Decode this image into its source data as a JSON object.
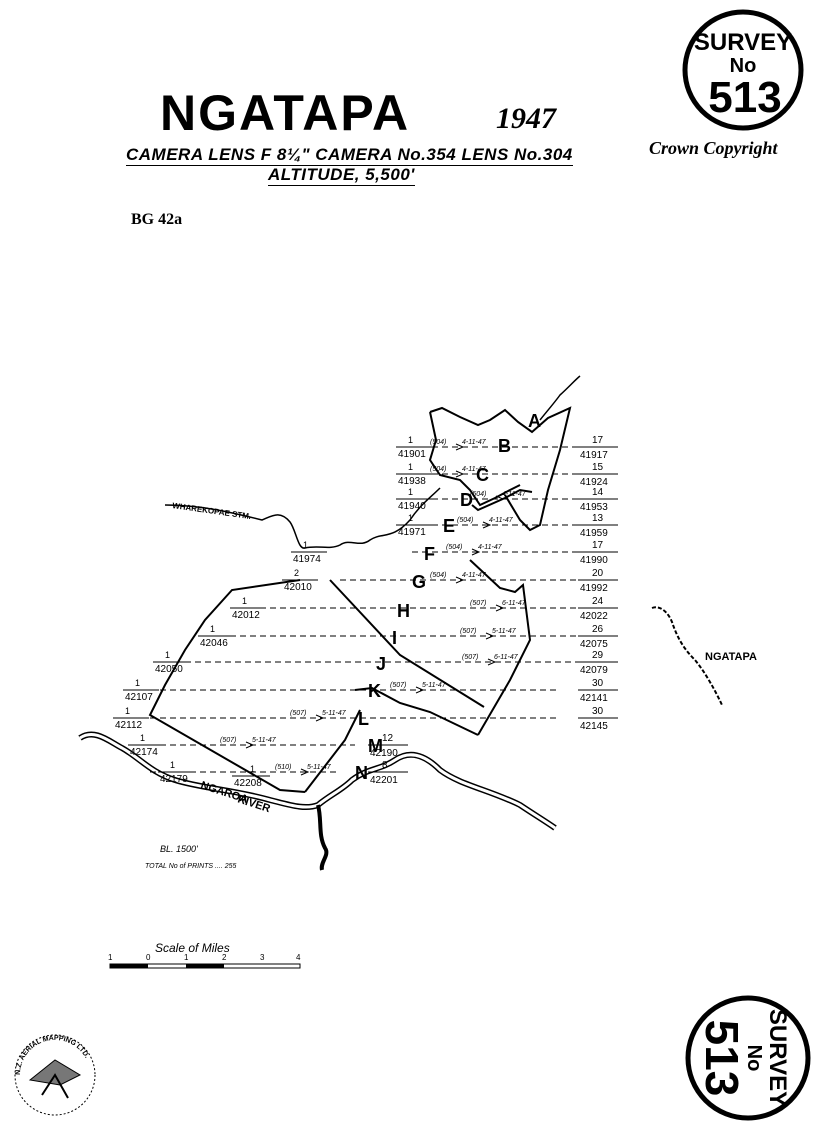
{
  "header": {
    "title": "NGATAPA",
    "year": "1947",
    "camera_line": "CAMERA LENS F 8¼\"  CAMERA No.354  LENS No.304",
    "altitude_line": "ALTITUDE, 5,500'",
    "copyright": "Crown Copyright",
    "reference": "BG 42a"
  },
  "stamp_top": {
    "line1": "SURVEY",
    "line2": "No",
    "number": "513"
  },
  "stamp_bottom": {
    "line1": "SURVEY",
    "line2": "No",
    "number": "513"
  },
  "map": {
    "stream_label": "WHAREKOPAE  STM.",
    "river_label_1": "NGAROA",
    "river_label_2": "RIVER",
    "locality_label": "NGATAPA",
    "bl_note": "BL. 1500'",
    "prints_note": "TOTAL No of PRINTS .... 255",
    "strips": [
      {
        "letter": "A",
        "left_run": "",
        "left_photo": "",
        "right_run": "",
        "right_photo": "",
        "sortie": "",
        "date": ""
      },
      {
        "letter": "B",
        "left_run": "1",
        "left_photo": "41901",
        "right_run": "17",
        "right_photo": "41917",
        "sortie": "(504)",
        "date": "4-11-47"
      },
      {
        "letter": "C",
        "left_run": "1",
        "left_photo": "41938",
        "right_run": "15",
        "right_photo": "41924",
        "sortie": "(504)",
        "date": "4-11-47"
      },
      {
        "letter": "D",
        "left_run": "1",
        "left_photo": "41940",
        "right_run": "14",
        "right_photo": "41953",
        "sortie": "(504)",
        "date": "4-11-47"
      },
      {
        "letter": "E",
        "left_run": "1",
        "left_photo": "41971",
        "right_run": "13",
        "right_photo": "41959",
        "sortie": "(504)",
        "date": "4-11-47"
      },
      {
        "letter": "F",
        "left_run": "1",
        "left_photo": "41974",
        "right_run": "17",
        "right_photo": "41990",
        "sortie": "(504)",
        "date": "4-11-47"
      },
      {
        "letter": "G",
        "left_run": "2",
        "left_photo": "42010",
        "right_run": "20",
        "right_photo": "41992",
        "sortie": "(504)",
        "date": "4-11-47"
      },
      {
        "letter": "H",
        "left_run": "1",
        "left_photo": "42012",
        "right_run": "24",
        "right_photo": "42022",
        "sortie": "(507)",
        "date": "6-11-47"
      },
      {
        "letter": "I",
        "left_run": "1",
        "left_photo": "42046",
        "right_run": "26",
        "right_photo": "42075",
        "sortie": "(507)",
        "date": "5-11-47"
      },
      {
        "letter": "J",
        "left_run": "1",
        "left_photo": "42050",
        "right_run": "29",
        "right_photo": "42079",
        "sortie": "(507)",
        "date": "6-11-47"
      },
      {
        "letter": "K",
        "left_run": "1",
        "left_photo": "42107",
        "right_run": "30",
        "right_photo": "42141",
        "sortie": "(507)",
        "date": "5-11-47"
      },
      {
        "letter": "L",
        "left_run": "1",
        "left_photo": "42112",
        "right_run": "30",
        "right_photo": "42145",
        "sortie": "(507)",
        "date": "5-11-47"
      },
      {
        "letter": "M",
        "left_run": "1",
        "left_photo": "42174",
        "right_run": "12",
        "right_photo": "42190",
        "sortie": "(507)",
        "date": "5-11-47"
      },
      {
        "letter": "N",
        "left_run": "1",
        "left_photo": "42179",
        "right_run": "8",
        "right_photo": "42201",
        "sortie": "(510)",
        "date": "5-11-47"
      }
    ],
    "extra_label_run": "1",
    "extra_label_photo": "42208"
  },
  "scale": {
    "title": "Scale of Miles",
    "ticks": [
      "1",
      "0",
      "1",
      "2",
      "3",
      "4"
    ]
  },
  "logo": {
    "text": "N.Z. AERIAL MAPPING LTD."
  }
}
